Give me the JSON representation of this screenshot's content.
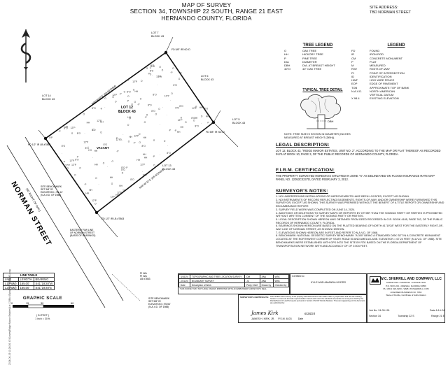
{
  "title_block": {
    "line1": "MAP OF SURVEY",
    "line2": "SECTION 34, TOWNSHIP 22 SOUTH, RANGE 21 EAST",
    "line3": "HERNANDO COUNTY, FLORIDA"
  },
  "site_address": {
    "label": "SITE ADDRESS:",
    "value": "TBD NORMAN STREET"
  },
  "tree_legend": {
    "title": "TREE LEGEND",
    "items": [
      {
        "code": "O",
        "desc": "OAK TREE"
      },
      {
        "code": "HH",
        "desc": "HICKORY TREE"
      },
      {
        "code": "P",
        "desc": "PINE TREE"
      },
      {
        "code": "DIA",
        "desc": "DIAMETER"
      },
      {
        "code": "DBH",
        "desc": "DIA. AT BREAST HEIGHT"
      },
      {
        "code": "40\"O",
        "desc": "40\" OAK TREE"
      }
    ]
  },
  "legend": {
    "title": "LEGEND",
    "items": [
      {
        "code": "FD",
        "desc": "FOUND"
      },
      {
        "code": "IR",
        "desc": "IRON ROD"
      },
      {
        "code": "CM",
        "desc": "CONCRETE MONUMENT"
      },
      {
        "code": "P",
        "desc": "PLAT"
      },
      {
        "code": "M",
        "desc": "MEASURED"
      },
      {
        "code": "R/W",
        "desc": "RIGHT-OF-WAY"
      },
      {
        "code": "PI",
        "desc": "POINT OF INTERSECTION"
      },
      {
        "code": "ID",
        "desc": "IDENTIFICATION"
      },
      {
        "code": "HWF",
        "desc": "HOG WIRE FENCE"
      },
      {
        "code": "EOP",
        "desc": "EDGE OF PAVEMENT"
      },
      {
        "code": "TOB",
        "desc": "APPROXIMATE TOP OF BANK"
      },
      {
        "code": "N.A.V.D.",
        "desc": "NORTH AMERICAN"
      },
      {
        "code": "",
        "desc": "VERTICAL DATUM"
      },
      {
        "code": "X 98.4",
        "desc": "EXISTING ELEVATION"
      }
    ]
  },
  "typical_tree": {
    "title": "TYPICAL TREE DETAIL",
    "note": "NOTE: TREE SIZE IS SHOWN IN DIAMETER (INCHES MEASURED AT BREAST HEIGHT (DBH))."
  },
  "legal": {
    "title": "LEGAL DESCRIPTION:",
    "body": "LOT 12, BLOCK 43, \"RIDGE MANOR ESTATES, UNIT NO. 2\", ACCORDING TO THE MAP OR PLAT THEREOF AS RECORDED IN PLAT BOOK 10, PAGE 3, OF THE PUBLIC RECORDS OF HERNANDO COUNTY, FLORIDA."
  },
  "firm": {
    "title": "F.I.R.M. CERTIFICATION:",
    "body": "THE PROPERTY SURVEYED HEREON IS SITUATED IN ZONE \"X\" AS DELINEATED ON FLOOD INSURANCE RATE MAP PANEL NO. 12053C0237D, DATED FEBRUARY 2, 2012."
  },
  "notes": {
    "title": "SURVEYOR'S NOTES:",
    "items": [
      "1. NO UNDERGROUND INSTALLATIONS OR IMPROVEMENTS HAVE BEEN LOCATED, EXCEPT AS SHOWN.",
      "2. NO INSTRUMENTS OF RECORD REFLECTING EASEMENTS, RIGHTS-OF-WAY, AND/OR OWNERSHIP WERE FURNISHED THIS SURVEYOR, EXCEPT AS SHOWN. THIS SURVEY WAS PREPARED WITHOUT THE BENEFIT OF A TITLE REPORT OR OWNERSHIP AND ENCUMBRANCE REPORT.",
      "3. SURVEY FIELD WORK WAS COMPLETED ON JUNE 14, 2024.",
      "4. ADDITIONS OR DELETIONS TO SURVEY MAPS OR REPORTS BY OTHER THAN THE SIGNING PARTY OR PARTIES IS PROHIBITED WITHOUT WRITTEN CONSENT OF THE SIGNING PARTY OR PARTIES.",
      "5. LEGAL DESCRIPTION SHOWN HEREON WAS OBTAINED FROM DEED RECORDED IN O.R. BOOK 4185, PAGE 762, OF THE PUBLIC RECORDS OF HERNANDO COUNTY, FLORIDA.",
      "6. BEARINGS SHOWN HEREON ARE BASED ON THE PLATTED BEARING OF NORTH 41°19'28\" WEST FOR THE EASTERLY RIGHT-OF-WAY LINE OF NORMAN STREET, AS SHOWN HEREON.",
      "7. ELEVATIONS SHOWN HEREON ARE IN FEET AND REFER TO N.A.V.D. OF 1988.",
      "8. BENCHMARK: NATIONAL GEODETIC SURVEY BENCHMARK \"A 300\" BEING A STANDARD DISK SET IN A CONCRETE MONUMENT LOCATED AT THE NORTHWEST CORNER OF STATE ROAD 50 AND AMELIA LANE. ELEVATION = 67.24 FEET (N.A.V.D. OF 1988). SITE BENCHMARKS WERE ESTABLISHED WITH GPS INTO THE SITE BY RTK BASED ON THE FLORIDA DEPARTMENT OF TRANSPORTATION NETWORK WITH AND ACCURACY OF OF 0.504 FEET."
    ]
  },
  "line_table": {
    "title": "LINE TABLE",
    "headers": [
      "LINE",
      "LENGTH",
      "BEARING"
    ],
    "rows": [
      [
        "L1(P&M)",
        "165.00'",
        "S41°19'28\"W"
      ],
      [
        "L2(P&M)",
        "165.00'",
        "S41°19'28\"E"
      ]
    ]
  },
  "scale": {
    "title": "GRAPHIC SCALE",
    "ticks": [
      "0",
      "15",
      "30",
      "60"
    ],
    "caption": "( IN FEET )",
    "ratio": "1 inch = 30 ft."
  },
  "plan": {
    "street_name": "NORMAN STREET",
    "street_sub": "(50' RIGHT-OF-WAY)",
    "vacant": "VACANT",
    "lot12": "LOT 12\nBLOCK 43",
    "lot7": "LOT 7\nBLOCK 43",
    "lot11": "LOT 11\nBLOCK 43",
    "lot13": "LOT 13\nBLOCK 43",
    "lot6": "LOT 6\nBLOCK 43",
    "lot5": "LOT 5\nBLOCK 43",
    "lot14": "LOT 14\nBLOCK 43",
    "bearing_nw": "N48°40'32\"E 165.00'(P&M)",
    "bearing_se": "N48°40'32\"E 165.00'(P&M)",
    "corner_n": "FD 5/8\" IR\nNO ID",
    "corner_e": "FD 5/8\" IR\nNO ID",
    "corner_s": "FD 1/2\" IR\nLB #7863",
    "corner_w": "FD 1/2\" IR\nLB #7863",
    "bm_site1": "SITE BENCHMARK\nSET 5/8\" IR\nELEVATION = 96.44'\n(N.A.V.D. OF 1988)",
    "bm_site2": "SITE BENCHMARK\nSET 5/8\" IR\nELEVATION = 95.54'\n(N.A.V.D. OF 1988)",
    "rw_line": "EASTERLY R/W LINE\nOF NORMAN STREET\n(BASIS OF BEARINGS)",
    "pi_note": "PI N/A\nPI N/A\nLB #7863"
  },
  "revisions": {
    "rows": [
      [
        "4/16/24",
        "TOPOGRAPHIC AND TREE LOCATION SURVEY",
        "DM",
        "ANA",
        "WSK"
      ],
      [
        "2/21/24",
        "BOUNDARY SURVEY",
        "JC",
        "ANA",
        "WSK"
      ]
    ],
    "headers": [
      "Date",
      "Description of Work",
      "Party Chief",
      "Drawn by",
      "Checked by"
    ],
    "caption": "THIS SURVEY MAY NOT HAVE UNLESS IMPRINTED WITH AN EMBOSSED SURVEYOR'S SEAL"
  },
  "certified": {
    "label": "Certified to:",
    "value": "KYLE AND AMANDA MYERS"
  },
  "cert_text": {
    "title": "SURVEYOR'S CERTIFICATE:",
    "body": "This certifies that a survey of the property described hereon was made under my supervision and that the drawing hereon is a true and accurate representation thereof and meets the standards of practice for surveys set forth by the Florida Board of Land Surveyors pursuant to Section 472.027 Florida Statutes. The exam appearing on this document are authorized by:",
    "signature": "James Kirk",
    "name": "JAMES H. KIRK, JR.",
    "reg_label": "P.S.M.",
    "reg_no": "6103",
    "date_label": "Date",
    "date": "6/18/24"
  },
  "firm_block": {
    "name": "W.C. SHERRILL AND COMPANY, LLC",
    "tagline": "SURVEYING • MAPPING • CONSULTING",
    "address": "P.O. BOX 223 • ODESSA, FLORIDA 33556",
    "phone": "PH. (813) 920-6200 • WEB: WCSHERRILL.COM",
    "lb": "LICENSED BUSINESS NO. 7863",
    "state": "State of Florida, Certificate of Authorization",
    "job_label": "Job No.",
    "job_no": "24-05-191",
    "date_label": "Date",
    "date": "6-14-24",
    "section_label": "Section",
    "section": "34",
    "township_label": "Township",
    "township": "22 S",
    "range_label": "Range",
    "range": "21 E"
  },
  "side_text": "2024-06-19 11:24:26, G:\\Survey\\Ridge Manor Estates\\Lot 12 Blk 43\\dwg\\Lot 12 Blk 43.dwg"
}
